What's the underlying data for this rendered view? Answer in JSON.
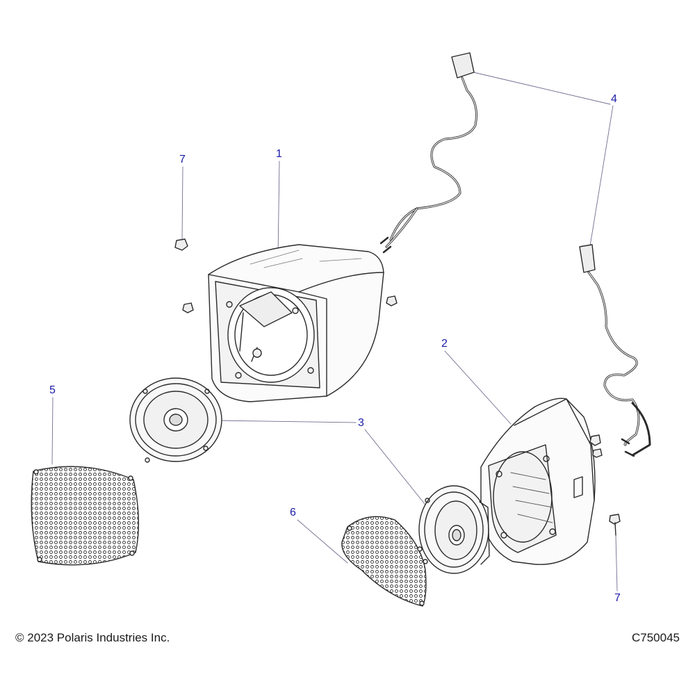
{
  "callouts": {
    "c1": "1",
    "c2": "2",
    "c3": "3",
    "c4": "4",
    "c5": "5",
    "c6": "6",
    "c7a": "7",
    "c7b": "7"
  },
  "footer": {
    "copyright": "© 2023 Polaris Industries Inc.",
    "diagram_code": "C750045"
  },
  "colors": {
    "callout": "#1a1aa6",
    "leader": "#6f6f90",
    "line_art": "#2a2a2a",
    "shade": "#e9e9e9"
  }
}
